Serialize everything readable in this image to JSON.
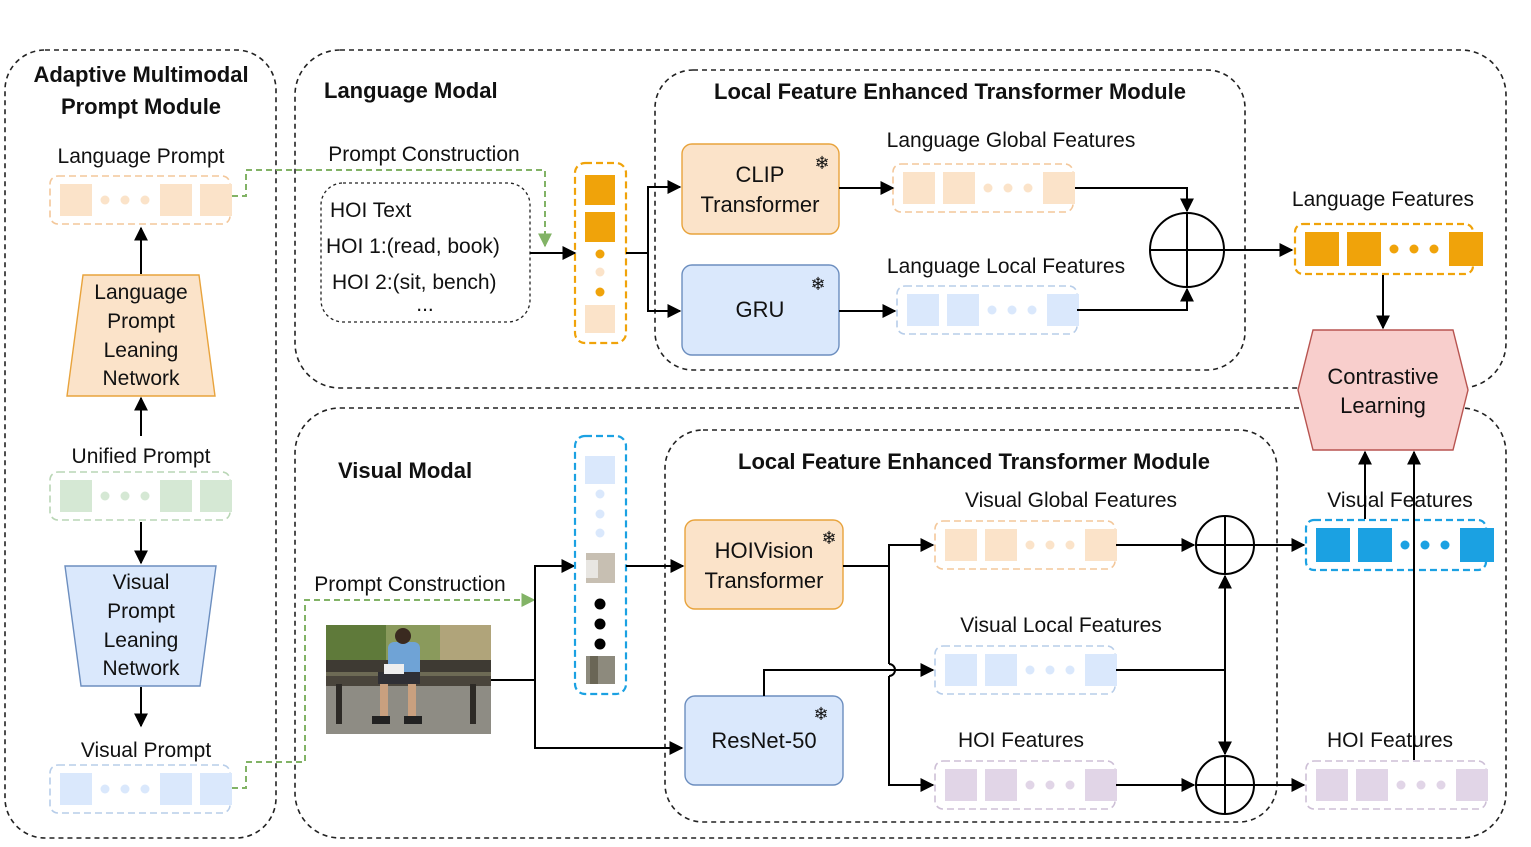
{
  "colors": {
    "orange_fill": "#fbe3c9",
    "orange_stroke": "#e8a33c",
    "orange_strong": "#f0a30a",
    "blue_fill": "#dae8fc",
    "blue_stroke": "#6c8ebf",
    "blue_strong": "#1ba1e2",
    "green_fill": "#d5e8d4",
    "green_dash": "#82b366",
    "purple_fill": "#e1d5e7",
    "red_fill": "#f8cecc",
    "red_stroke": "#b85450"
  },
  "left_module": {
    "title_line1": "Adaptive Multimodal",
    "title_line2": "Prompt Module",
    "language_prompt": "Language Prompt",
    "lang_net": [
      "Language",
      "Prompt",
      "Leaning",
      "Network"
    ],
    "unified_prompt": "Unified Prompt",
    "vis_net": [
      "Visual",
      "Prompt",
      "Leaning",
      "Network"
    ],
    "visual_prompt": "Visual Prompt"
  },
  "language_modal": {
    "title": "Language Modal",
    "prompt_construction": "Prompt Construction",
    "hoi_text": [
      "HOI Text",
      "HOI 1:(read, book)",
      "HOI 2:(sit, bench)",
      "..."
    ],
    "module_title": "Local Feature Enhanced Transformer Module",
    "clip": [
      "CLIP",
      "Transformer"
    ],
    "gru": "GRU",
    "global_features": "Language Global Features",
    "local_features": "Language Local Features",
    "features": "Language Features"
  },
  "contrastive": [
    "Contrastive",
    "Learning"
  ],
  "visual_modal": {
    "title": "Visual Modal",
    "prompt_construction": "Prompt Construction",
    "module_title": "Local Feature Enhanced Transformer Module",
    "hoivision": [
      "HOIVision",
      "Transformer"
    ],
    "resnet": "ResNet-50",
    "global_features": "Visual Global Features",
    "local_features": "Visual Local Features",
    "hoi_features": "HOI Features",
    "features": "Visual Features",
    "hoi_features_out": "HOI Features"
  }
}
